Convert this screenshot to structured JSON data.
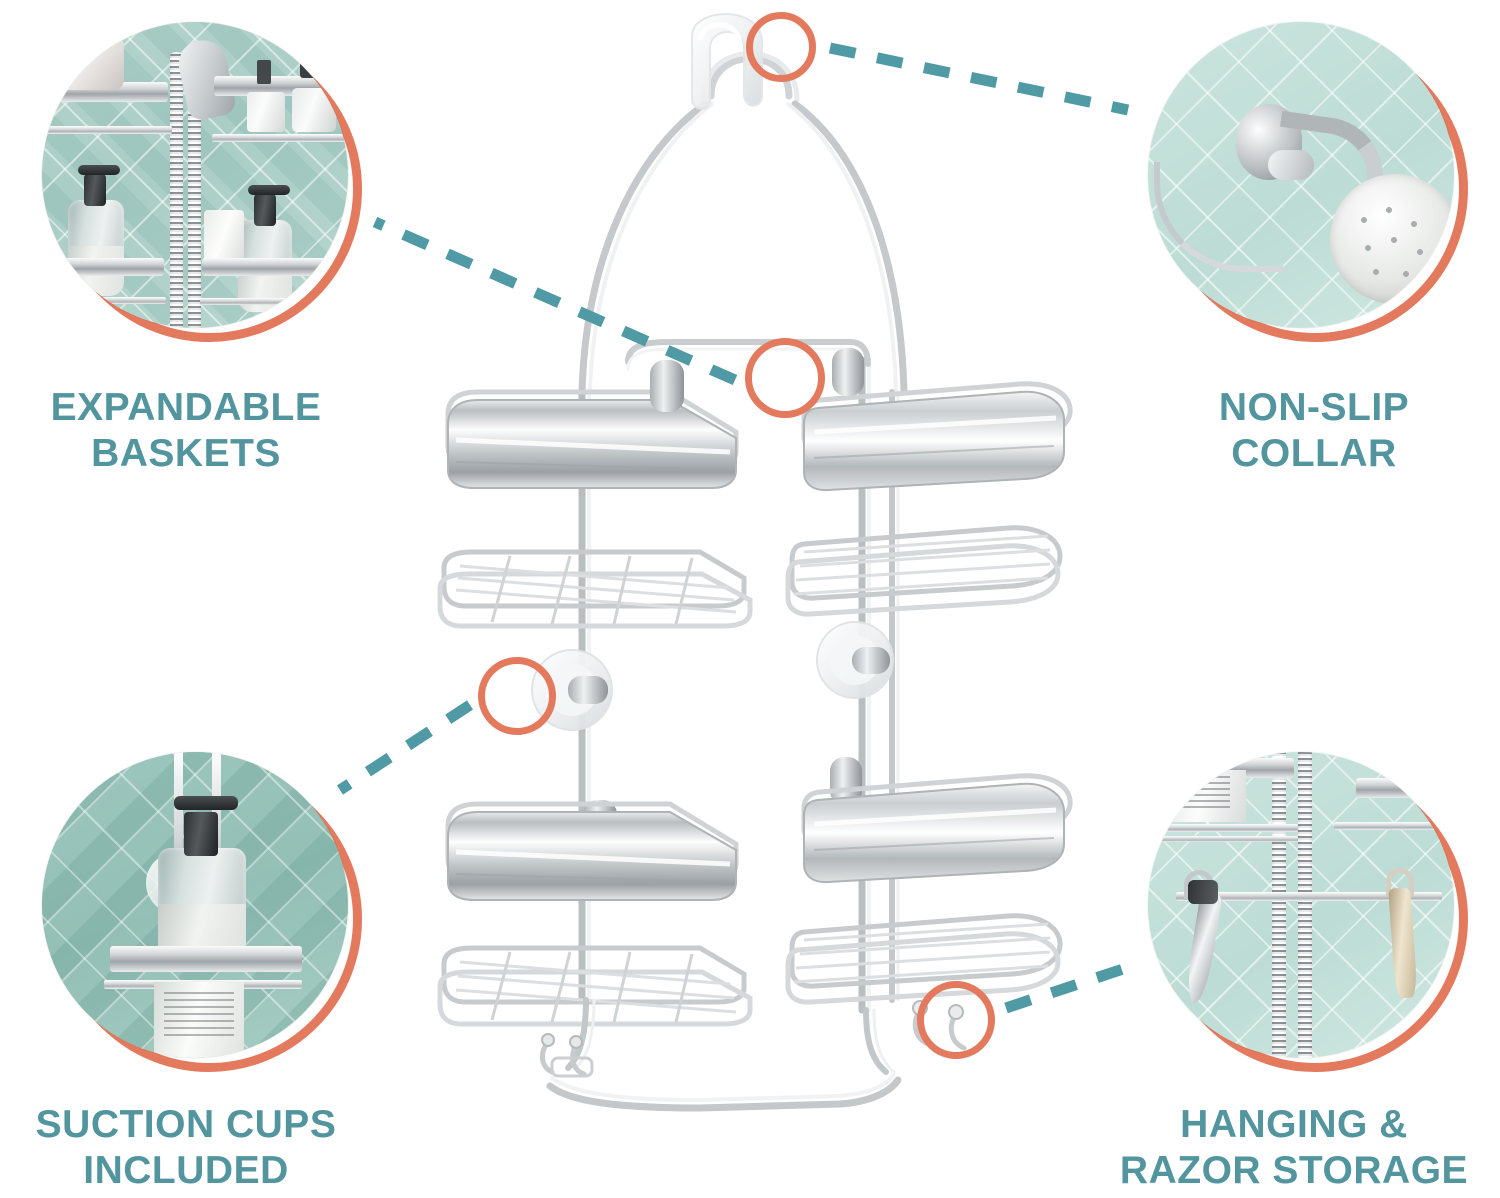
{
  "product": {
    "name": "Hanging shower caddy",
    "finish": "chrome / stainless steel",
    "baskets": 4,
    "hook_type": "over-the-showerhead hook"
  },
  "theme": {
    "background": "#ffffff",
    "label_text_color": "#52959f",
    "callout_ring_color": "#e3795d",
    "connector_dash_color": "#4f9aa4",
    "tile_color": "#aecfc7",
    "chrome_color": "#d3d7d9"
  },
  "features": [
    {
      "id": "expandable-baskets",
      "label": "EXPANDABLE\nBASKETS",
      "position": "top-left",
      "inset_alt": "Shower caddy baskets filled with shampoo and soap bottles against teal herringbone tile"
    },
    {
      "id": "non-slip-collar",
      "label": "NON-SLIP\nCOLLAR",
      "position": "top-right",
      "inset_alt": "Chrome shower head and wall mount with caddy hook collar on teal herringbone tile"
    },
    {
      "id": "suction-cups-included",
      "label": "SUCTION CUPS\nINCLUDED",
      "position": "bottom-left",
      "inset_alt": "Soap pump bottle resting on the caddy shelf with clear suction cup against teal tile"
    },
    {
      "id": "hanging-razor-storage",
      "label": "HANGING &\nRAZOR STORAGE",
      "position": "bottom-right",
      "inset_alt": "Razor and brush hanging from the caddy hooks beside coiled shower hose"
    }
  ],
  "callouts": [
    {
      "id": "collar-callout",
      "target": "non-slip collar at top hook"
    },
    {
      "id": "basket-callout",
      "target": "expandable upper basket joint"
    },
    {
      "id": "suction-callout",
      "target": "clear suction cup on left post"
    },
    {
      "id": "hooks-callout",
      "target": "razor hooks on bottom bar"
    }
  ]
}
